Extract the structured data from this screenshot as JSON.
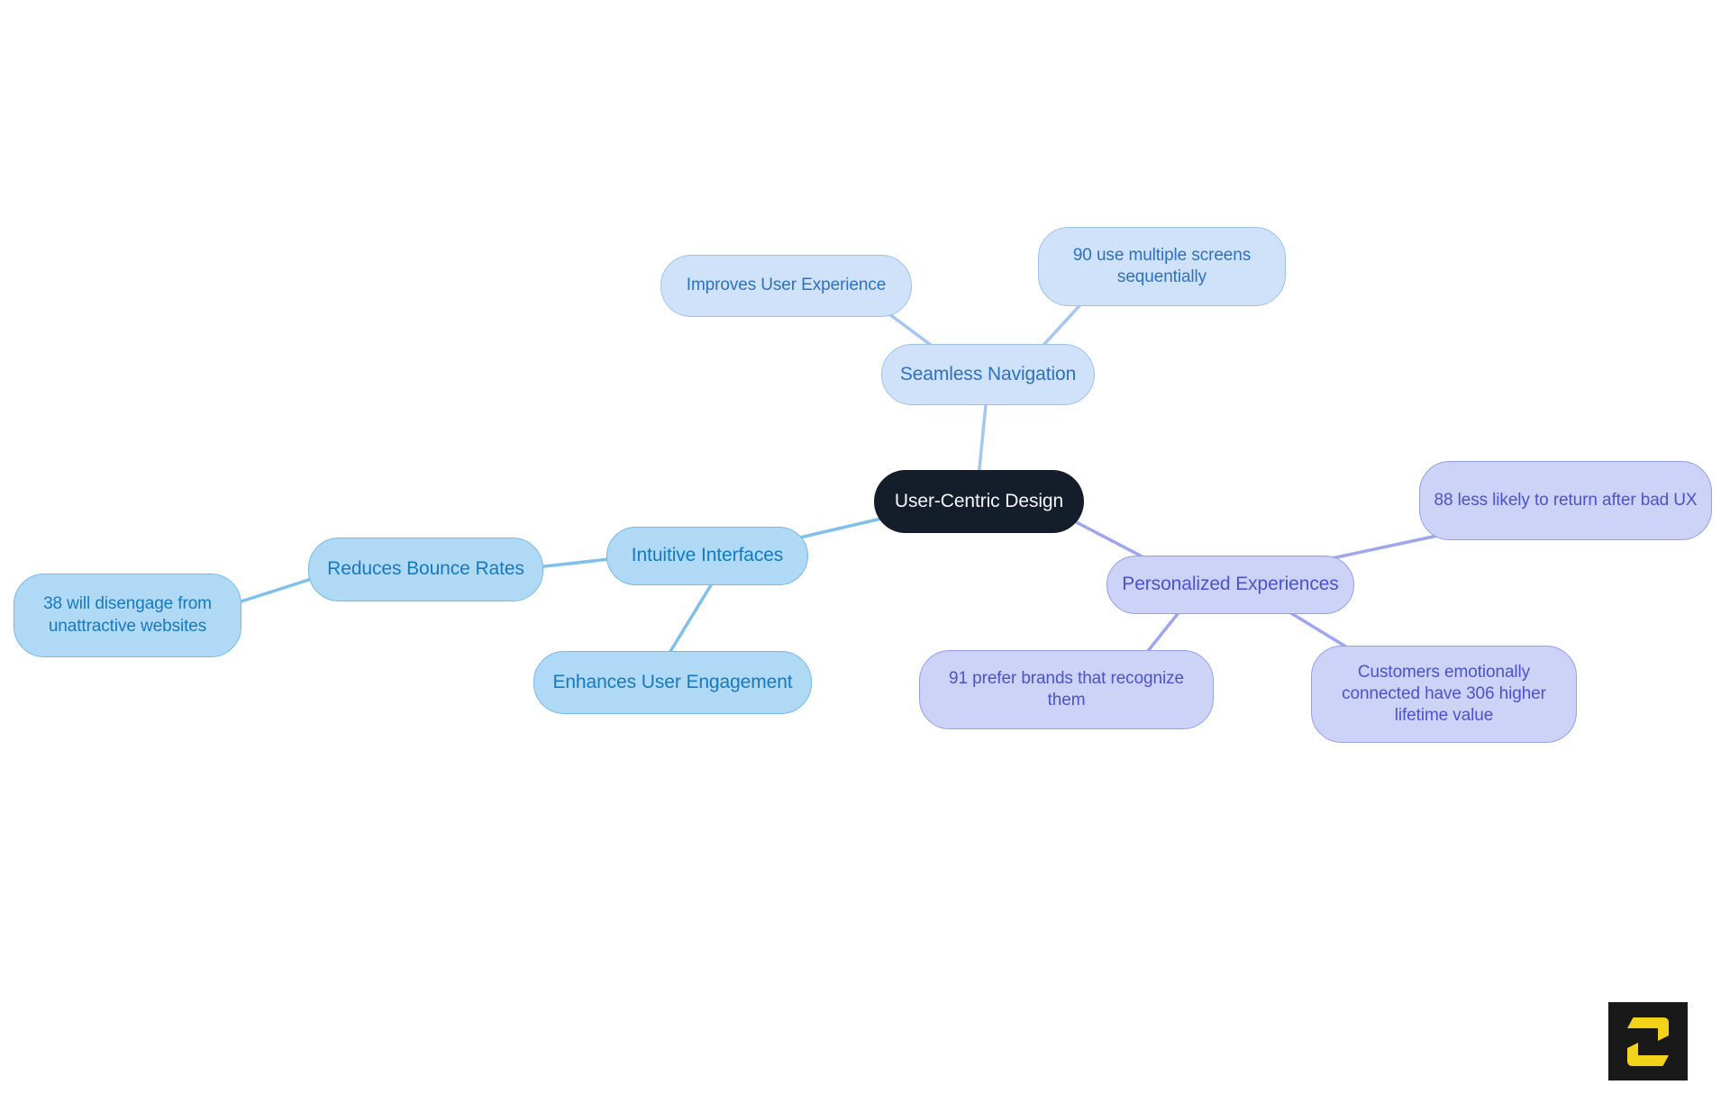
{
  "canvas": {
    "background": "#ffffff",
    "type": "mindmap"
  },
  "mindmap": {
    "root": {
      "label": "User-Centric Design",
      "bg": "#141d2a",
      "text_color": "#f4f6f9"
    },
    "branches": [
      {
        "label": "Seamless Navigation",
        "position": "top",
        "theme": {
          "fill": "#cfe2f9",
          "border": "#9ec2ec",
          "text": "#2e70c2",
          "line": "#a5c6ef"
        },
        "children": [
          {
            "label": "Improves User Experience"
          },
          {
            "label": "90 use multiple screens sequentially"
          }
        ]
      },
      {
        "label": "Intuitive Interfaces",
        "position": "left",
        "theme": {
          "fill": "#b0d9f6",
          "border": "#74bae8",
          "text": "#1579c4",
          "line": "#7fc0ea"
        },
        "children": [
          {
            "label": "Reduces Bounce Rates",
            "children": [
              {
                "label": "38 will disengage from unattractive websites"
              }
            ]
          },
          {
            "label": "Enhances User Engagement"
          }
        ]
      },
      {
        "label": "Personalized Experiences",
        "position": "right",
        "theme": {
          "fill": "#cdd2f7",
          "border": "#959fec",
          "text": "#4b53ce",
          "line": "#9da6ee"
        },
        "children": [
          {
            "label": "88 less likely to return after bad UX"
          },
          {
            "label": "91 prefer brands that recognize them"
          },
          {
            "label": "Customers emotionally connected have 306 higher lifetime value"
          }
        ]
      }
    ]
  },
  "logo": {
    "glyph": "S",
    "bg": "#191919",
    "color": "#f2d319"
  }
}
